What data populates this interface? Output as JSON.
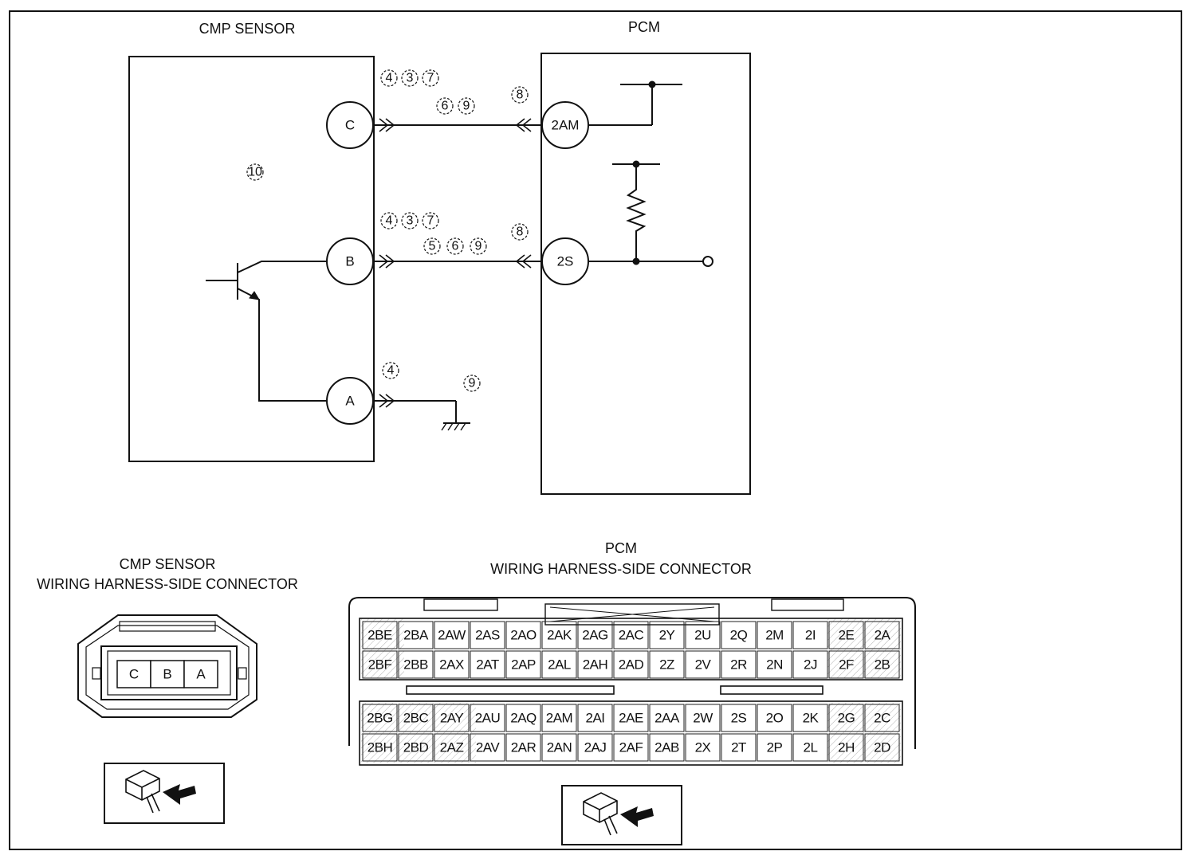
{
  "cmp_title": "CMP SENSOR",
  "pcm_title": "PCM",
  "cmp_pins": {
    "c": "C",
    "b": "B",
    "a": "A"
  },
  "pcm_pins": {
    "p2am": "2AM",
    "p2s": "2S"
  },
  "notes": {
    "c_top": [
      "4",
      "3",
      "7"
    ],
    "c_mid": [
      "6",
      "9"
    ],
    "c_pcm": "8",
    "sensor_num": "10",
    "b_top": [
      "4",
      "3",
      "7"
    ],
    "b_mid": [
      "5",
      "6",
      "9"
    ],
    "b_pcm": "8",
    "a_top": "4",
    "a_ground": "9"
  },
  "cmp_connector": {
    "title_line1": "CMP SENSOR",
    "title_line2": "WIRING HARNESS-SIDE CONNECTOR",
    "pins": [
      "C",
      "B",
      "A"
    ]
  },
  "pcm_connector": {
    "title_line1": "PCM",
    "title_line2": "WIRING HARNESS-SIDE CONNECTOR",
    "rows": [
      [
        "2BE",
        "2BA",
        "2AW",
        "2AS",
        "2AO",
        "2AK",
        "2AG",
        "2AC",
        "2Y",
        "2U",
        "2Q",
        "2M",
        "2I",
        "2E",
        "2A"
      ],
      [
        "2BF",
        "2BB",
        "2AX",
        "2AT",
        "2AP",
        "2AL",
        "2AH",
        "2AD",
        "2Z",
        "2V",
        "2R",
        "2N",
        "2J",
        "2F",
        "2B"
      ],
      [
        "2BG",
        "2BC",
        "2AY",
        "2AU",
        "2AQ",
        "2AM",
        "2AI",
        "2AE",
        "2AA",
        "2W",
        "2S",
        "2O",
        "2K",
        "2G",
        "2C"
      ],
      [
        "2BH",
        "2BD",
        "2AZ",
        "2AV",
        "2AR",
        "2AN",
        "2AJ",
        "2AF",
        "2AB",
        "2X",
        "2T",
        "2P",
        "2L",
        "2H",
        "2D"
      ]
    ]
  }
}
